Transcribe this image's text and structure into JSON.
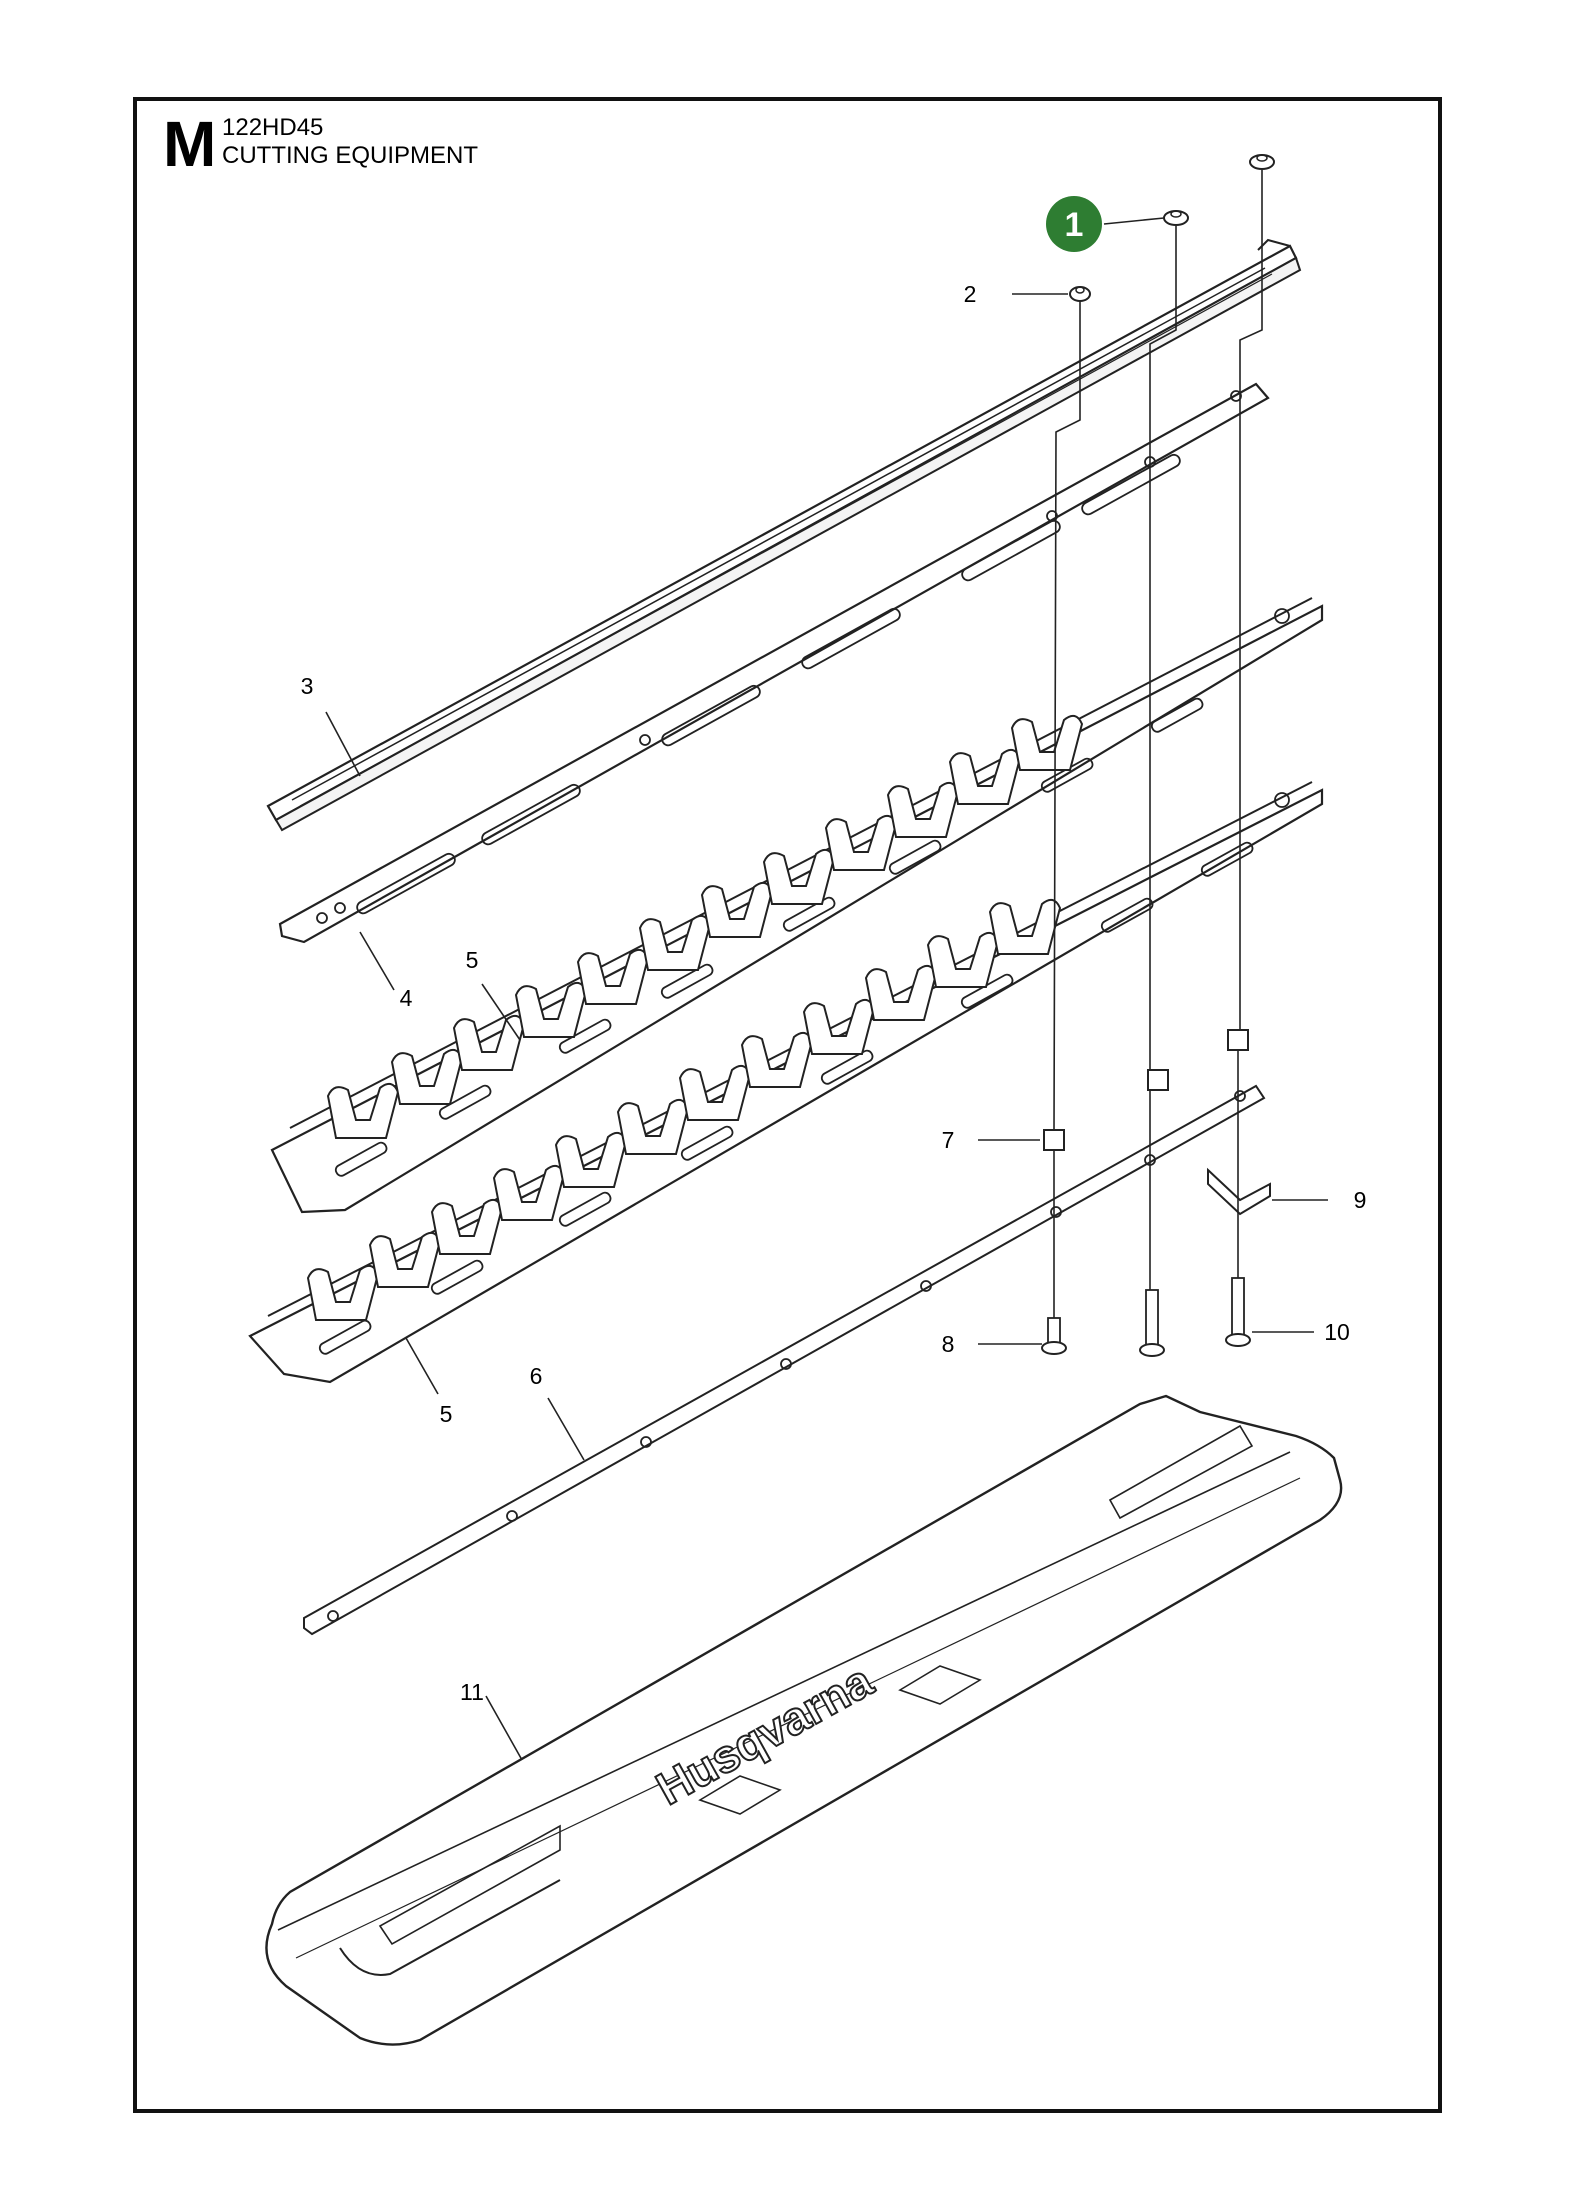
{
  "header": {
    "section_letter": "M",
    "model": "122HD45",
    "title": "CUTTING EQUIPMENT"
  },
  "parts": [
    {
      "num": "1",
      "highlighted": true
    },
    {
      "num": "2"
    },
    {
      "num": "3"
    },
    {
      "num": "4"
    },
    {
      "num": "5"
    },
    {
      "num": "5"
    },
    {
      "num": "6"
    },
    {
      "num": "7"
    },
    {
      "num": "8"
    },
    {
      "num": "9"
    },
    {
      "num": "10"
    },
    {
      "num": "11"
    }
  ],
  "brand_mark": "Husqvarna",
  "colors": {
    "highlight_badge": "#2e7d32",
    "line": "#222222",
    "background": "#ffffff"
  }
}
